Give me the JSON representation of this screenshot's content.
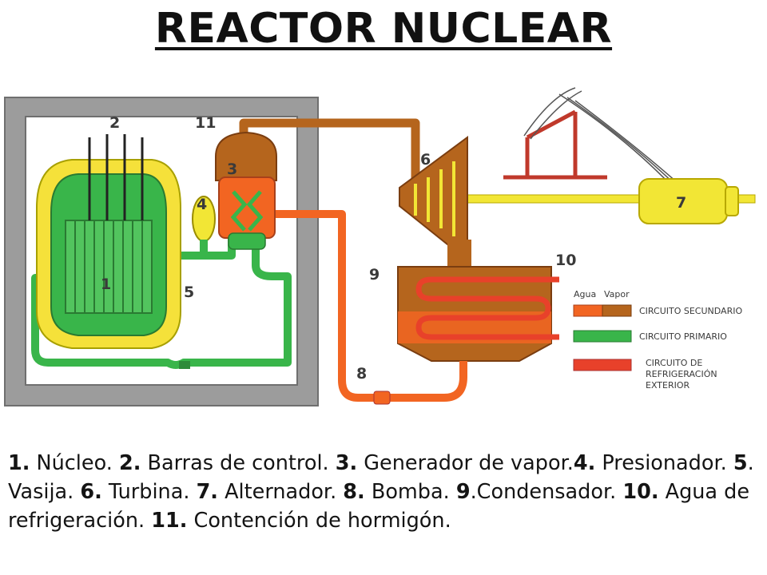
{
  "title": "REACTOR NUCLEAR",
  "colors": {
    "primary_circuit": "#39b54a",
    "secondary_water": "#f26522",
    "secondary_steam": "#b5651d",
    "external_cooling": "#e8412a",
    "alternator": "#f2e635",
    "containment": "#9c9c9c",
    "core_yellow": "#f5e13a"
  },
  "diagram": {
    "numbers": {
      "n1": "1",
      "n2": "2",
      "n3": "3",
      "n4": "4",
      "n5": "5",
      "n6": "6",
      "n7": "7",
      "n8": "8",
      "n9": "9",
      "n10": "10",
      "n11": "11"
    },
    "legend": {
      "header_water": "Agua",
      "header_steam": "Vapor",
      "secondary": "CIRCUITO SECUNDARIO",
      "primary": "CIRCUITO PRIMARIO",
      "external_line1": "CIRCUITO DE",
      "external_line2": "REFRIGERACIÓN",
      "external_line3": "EXTERIOR"
    }
  },
  "caption": [
    {
      "num": "1.",
      "text": " Núcleo. "
    },
    {
      "num": "2.",
      "text": " Barras de control. "
    },
    {
      "num": "3.",
      "text": " Generador de vapor."
    },
    {
      "num": "4.",
      "text": " Presionador. "
    },
    {
      "num": "5",
      "text": ". Vasija. "
    },
    {
      "num": "6.",
      "text": " Turbina. "
    },
    {
      "num": "7.",
      "text": " Alternador. "
    },
    {
      "num": "8.",
      "text": " Bomba. "
    },
    {
      "num": "9",
      "text": ".Condensador. "
    },
    {
      "num": "10.",
      "text": " Agua de refrigeración.  "
    },
    {
      "num": "11.",
      "text": " Contención de hormigón."
    }
  ]
}
